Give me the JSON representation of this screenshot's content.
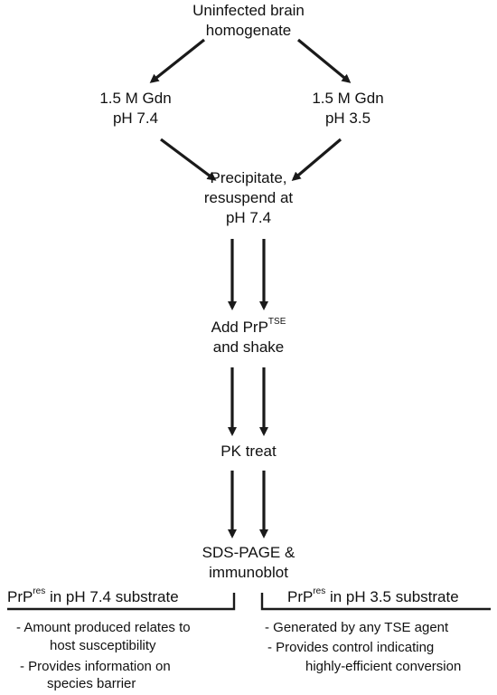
{
  "diagram": {
    "nodes": {
      "start": [
        "Uninfected brain",
        "homogenate"
      ],
      "left_condition": [
        "1.5 M Gdn",
        "pH 7.4"
      ],
      "right_condition": [
        "1.5 M Gdn",
        "pH 3.5"
      ],
      "precipitate": [
        "Precipitate,",
        "resuspend at",
        "pH 7.4"
      ],
      "add_prp": {
        "prefix": "Add PrP",
        "superscript": "TSE",
        "line2": "and shake"
      },
      "pk": "PK treat",
      "sds": [
        "SDS-PAGE &",
        "immunoblot"
      ]
    },
    "outcomes": {
      "left": {
        "title_prefix": "PrP",
        "title_sup": "res",
        "title_suffix": " in pH 7.4 substrate",
        "notes": [
          "- Amount produced relates to",
          "host susceptibility",
          "- Provides information on",
          "species barrier"
        ]
      },
      "right": {
        "title_prefix": "PrP",
        "title_sup": "res",
        "title_suffix": " in pH 3.5 substrate",
        "notes": [
          "- Generated by any TSE agent",
          "- Provides control indicating",
          "highly-efficient conversion"
        ]
      }
    },
    "colors": {
      "text": "#111111",
      "arrows": "#1a1a1a",
      "background": "#ffffff"
    }
  }
}
